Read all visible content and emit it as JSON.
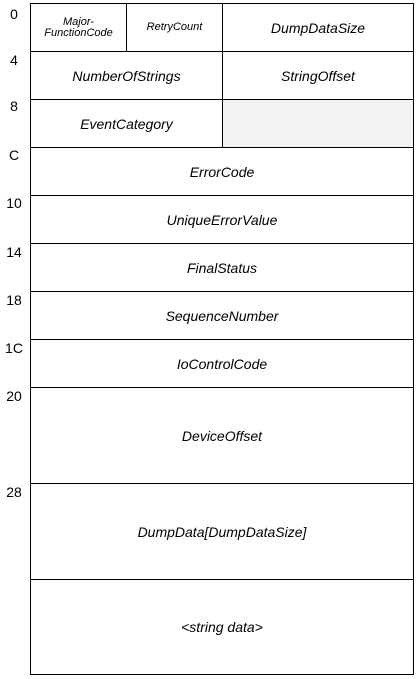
{
  "offsets": [
    "0",
    "4",
    "8",
    "C",
    "10",
    "14",
    "18",
    "1C",
    "20",
    "28"
  ],
  "fields": {
    "major_function_code": "Major-\nFunctionCode",
    "retry_count": "RetryCount",
    "dump_data_size": "DumpDataSize",
    "number_of_strings": "NumberOfStrings",
    "string_offset": "StringOffset",
    "event_category": "EventCategory",
    "error_code": "ErrorCode",
    "unique_error_value": "UniqueErrorValue",
    "final_status": "FinalStatus",
    "sequence_number": "SequenceNumber",
    "io_control_code": "IoControlCode",
    "device_offset": "DeviceOffset",
    "dump_data": "DumpData[DumpDataSize]",
    "string_data": "<string data>"
  },
  "colors": {
    "border": "#000000",
    "reserved_fill": "#f2f2f2"
  }
}
